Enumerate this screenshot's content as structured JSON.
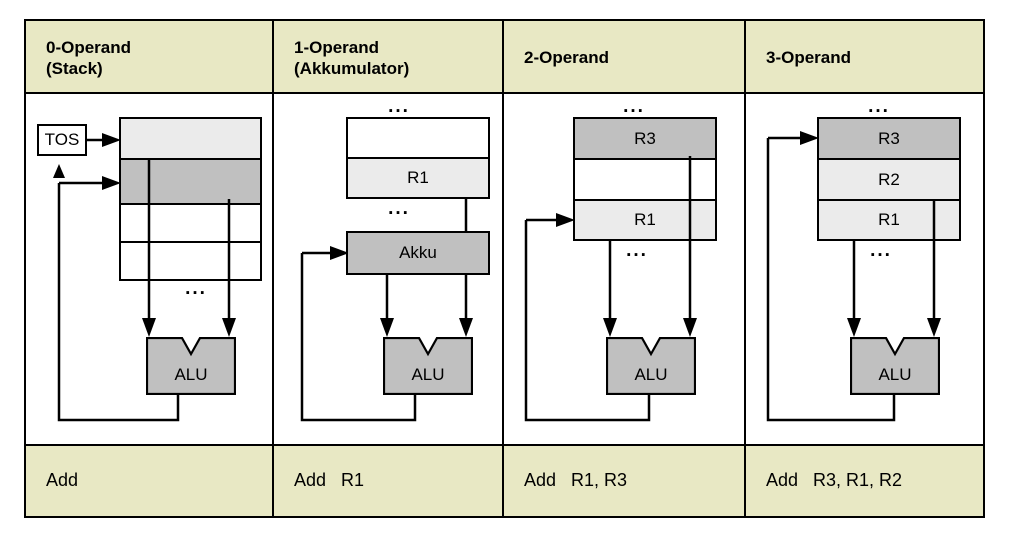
{
  "figure": {
    "title_hidden": "Operand count addressing schemes",
    "colors": {
      "band": "#e8e8c4",
      "dark_fill": "#c0c0c0",
      "light_fill": "#ebebeb",
      "white_fill": "#ffffff",
      "line": "#000000"
    }
  },
  "columns": [
    {
      "id": "col-0-operand",
      "header": {
        "line1": "0-Operand",
        "line2": "(Stack)"
      },
      "instruction": "Add",
      "pointer_label": "TOS",
      "alu_label": "ALU",
      "dots_label": "...",
      "cells": [
        {
          "label": "",
          "fill": "light"
        },
        {
          "label": "",
          "fill": "dark"
        },
        {
          "label": "",
          "fill": "white"
        },
        {
          "label": "",
          "fill": "white"
        }
      ]
    },
    {
      "id": "col-1-operand",
      "header": {
        "line1": "1-Operand",
        "line2": "(Akkumulator)"
      },
      "instruction": "Add   R1",
      "accumulator_label": "Akku",
      "alu_label": "ALU",
      "dots_label": "...",
      "cells": [
        {
          "label": "",
          "fill": "white"
        },
        {
          "label": "R1",
          "fill": "light"
        }
      ]
    },
    {
      "id": "col-2-operand",
      "header": {
        "line1": "2-Operand",
        "line2": ""
      },
      "instruction": "Add   R1, R3",
      "alu_label": "ALU",
      "dots_label": "...",
      "cells": [
        {
          "label": "R3",
          "fill": "dark"
        },
        {
          "label": "",
          "fill": "white"
        },
        {
          "label": "R1",
          "fill": "light"
        }
      ]
    },
    {
      "id": "col-3-operand",
      "header": {
        "line1": "3-Operand",
        "line2": ""
      },
      "instruction": "Add   R3, R1, R2",
      "alu_label": "ALU",
      "dots_label": "...",
      "cells": [
        {
          "label": "R3",
          "fill": "dark"
        },
        {
          "label": "R2",
          "fill": "light"
        },
        {
          "label": "R1",
          "fill": "light"
        }
      ]
    }
  ]
}
